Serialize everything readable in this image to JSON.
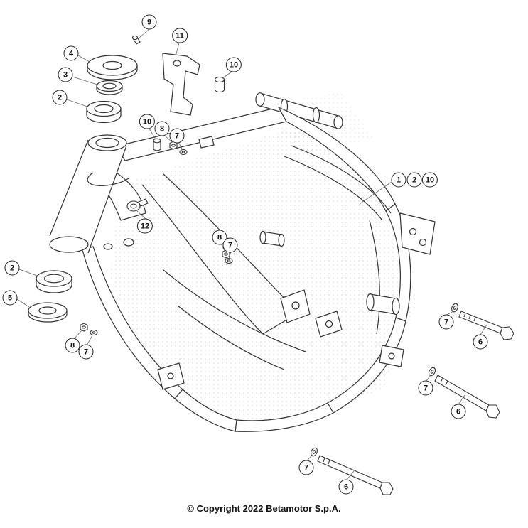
{
  "copyright": "© Copyright 2022 Betamotor S.p.A.",
  "colors": {
    "line": "#333333",
    "leader": "#666666",
    "background": "#ffffff"
  },
  "callouts": [
    {
      "label": "9"
    },
    {
      "label": "11"
    },
    {
      "label": "4"
    },
    {
      "label": "3"
    },
    {
      "label": "10"
    },
    {
      "label": "2"
    },
    {
      "label": "10"
    },
    {
      "label": "8"
    },
    {
      "label": "7"
    },
    {
      "label": "1"
    },
    {
      "label": "2"
    },
    {
      "label": "10"
    },
    {
      "label": "12"
    },
    {
      "label": "8"
    },
    {
      "label": "7"
    },
    {
      "label": "2"
    },
    {
      "label": "5"
    },
    {
      "label": "7"
    },
    {
      "label": "6"
    },
    {
      "label": "8"
    },
    {
      "label": "7"
    },
    {
      "label": "7"
    },
    {
      "label": "6"
    },
    {
      "label": "7"
    },
    {
      "label": "6"
    }
  ]
}
